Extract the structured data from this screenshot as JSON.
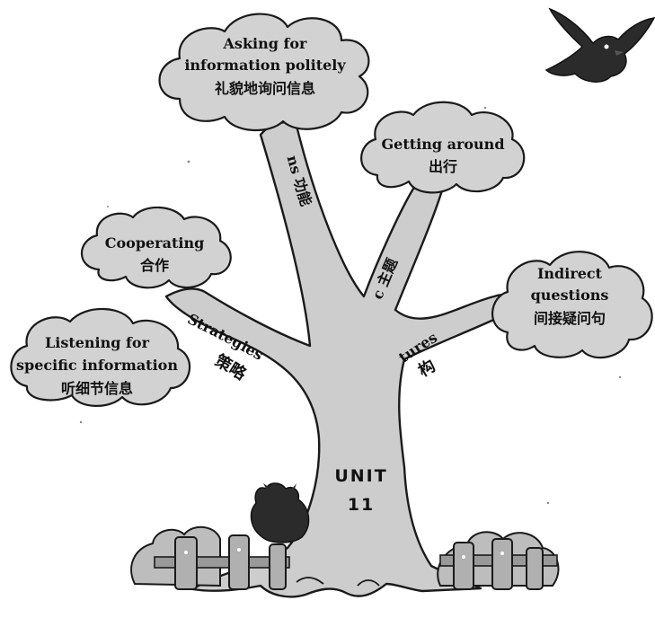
{
  "clouds": {
    "asking": {
      "line1": "Asking for",
      "line2": "information politely",
      "line3": "礼貌地询问信息"
    },
    "getting_around": {
      "line1": "Getting around",
      "line2": "出行"
    },
    "cooperating": {
      "line1": "Cooperating",
      "line2": "合作"
    },
    "indirect": {
      "line1": "Indirect",
      "line2": "questions",
      "line3": "间接疑问句"
    },
    "listening": {
      "line1": "Listening for",
      "line2": "specific information",
      "line3": "听细节信息"
    }
  },
  "branches": {
    "functions": "Functions 功能",
    "topic": "Topic 主题",
    "strategies_en": "Learning Strategies",
    "strategies_zh": "学习策略",
    "structures_en": "Structures",
    "structures_zh": "结构"
  },
  "trunk": {
    "unit_label": "UNIT",
    "unit_number": "11"
  },
  "colors": {
    "fill": "#d2d2d2",
    "outline": "#1a1a1a",
    "bird": "#2b2b2b"
  },
  "icons": [
    "flying-bird-icon",
    "cat-silhouette-icon",
    "bush-fence-decoration"
  ]
}
